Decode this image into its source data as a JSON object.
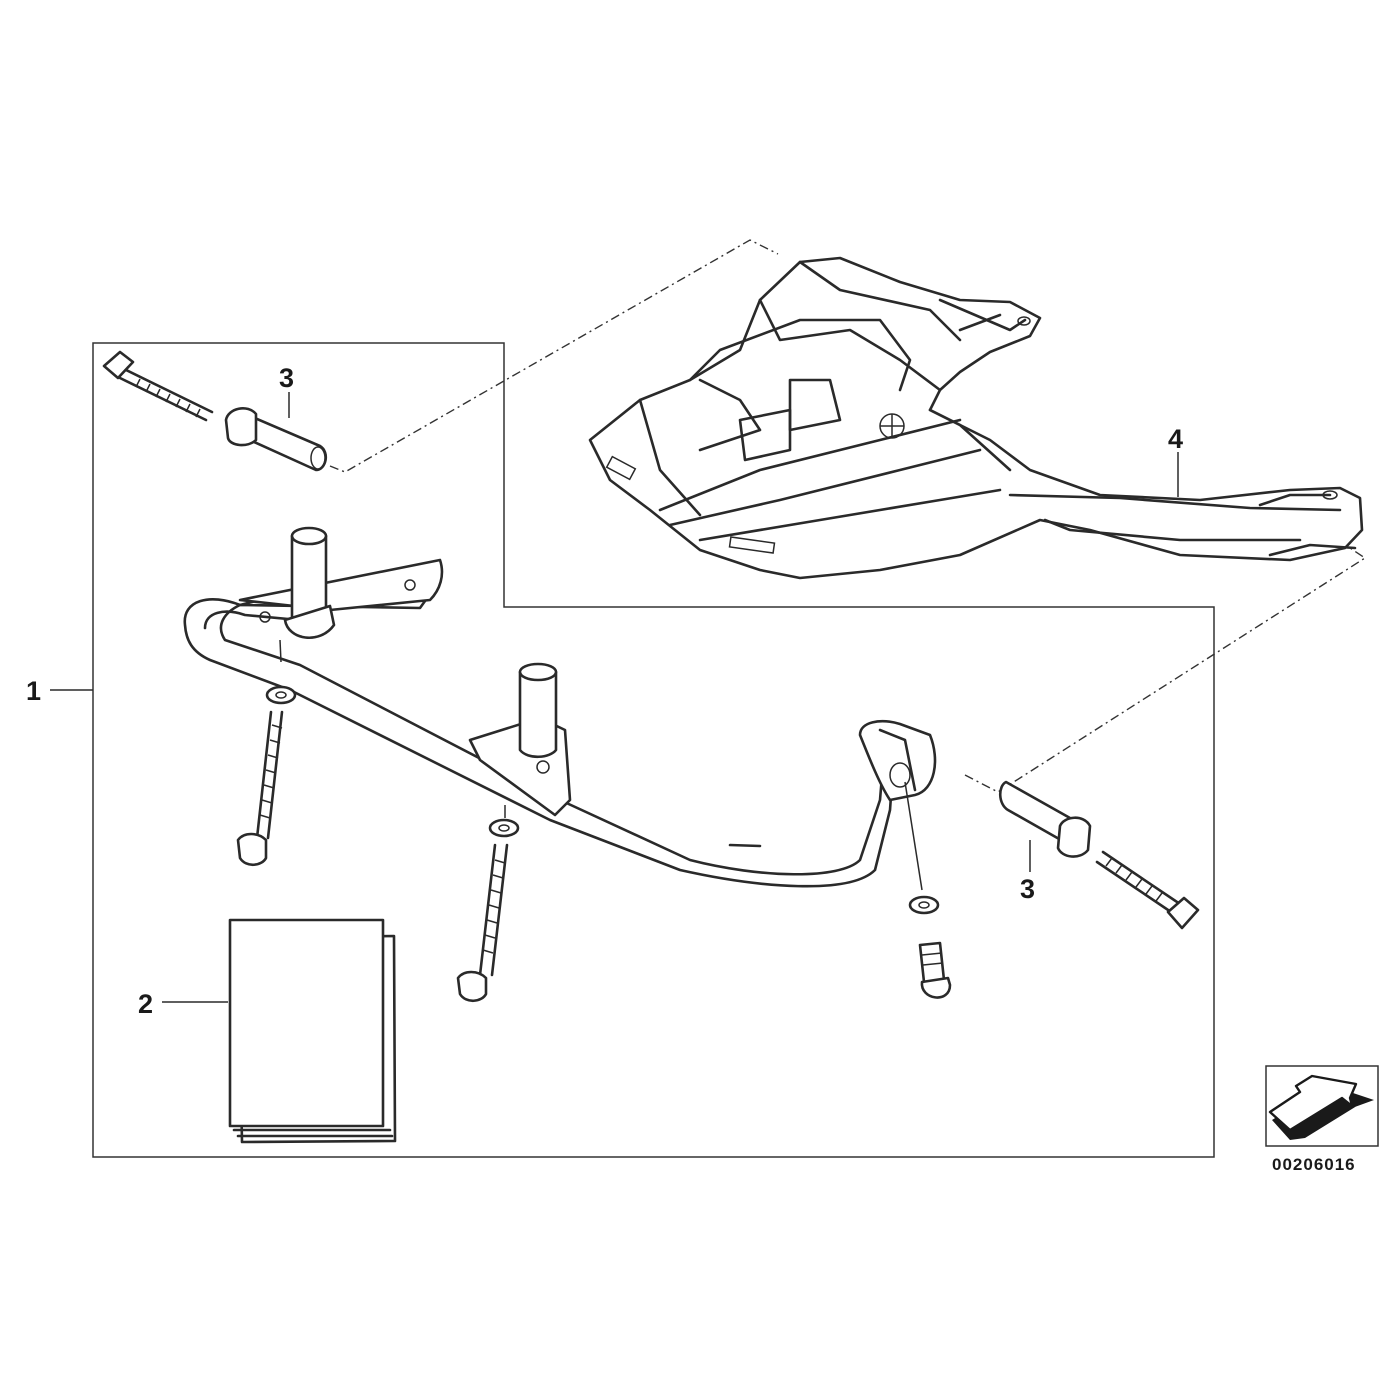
{
  "callouts": {
    "c1": "1",
    "c2": "2",
    "c3a": "3",
    "c3b": "3",
    "c4": "4"
  },
  "document_number": "00206016",
  "icons": {
    "orientation": "direction-arrow-icon"
  }
}
